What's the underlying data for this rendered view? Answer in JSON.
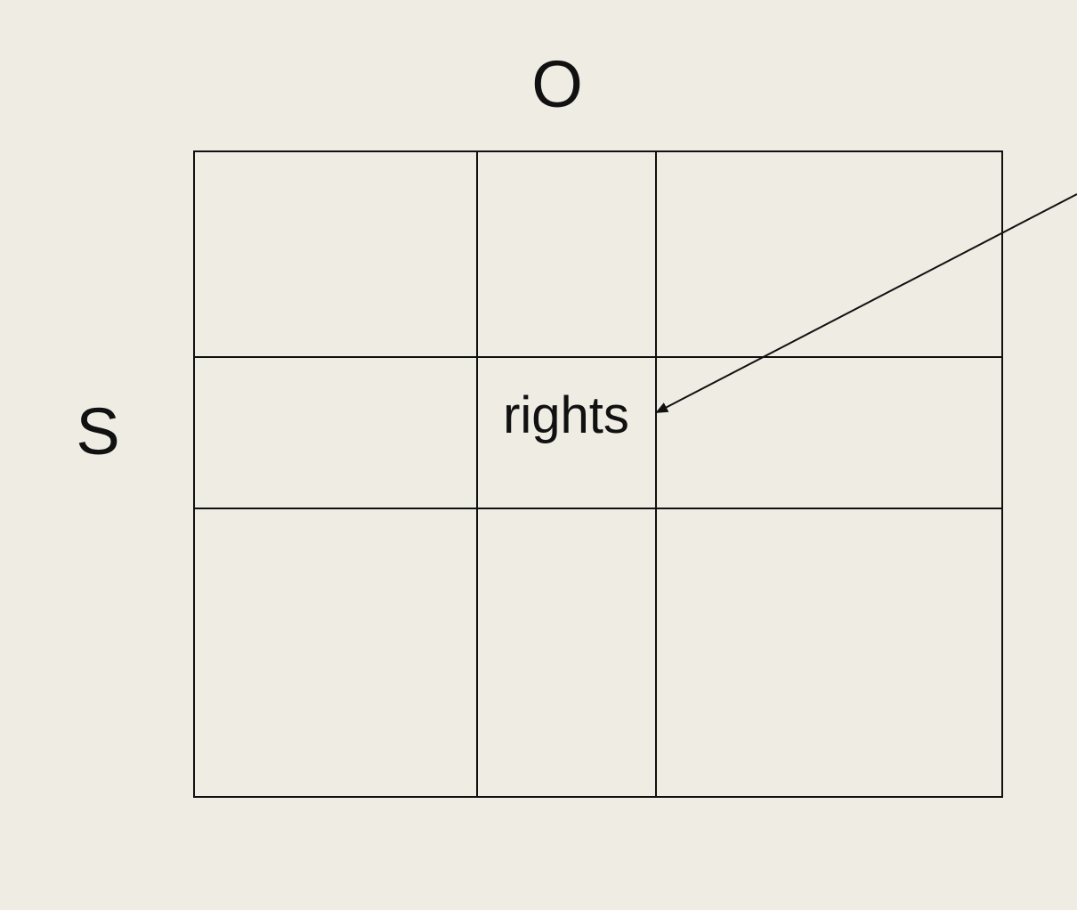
{
  "diagram": {
    "top_label": "O",
    "left_label": "S",
    "center_cell_label": "rights"
  },
  "colors": {
    "background": "#EFECE3",
    "stroke": "#111111"
  }
}
